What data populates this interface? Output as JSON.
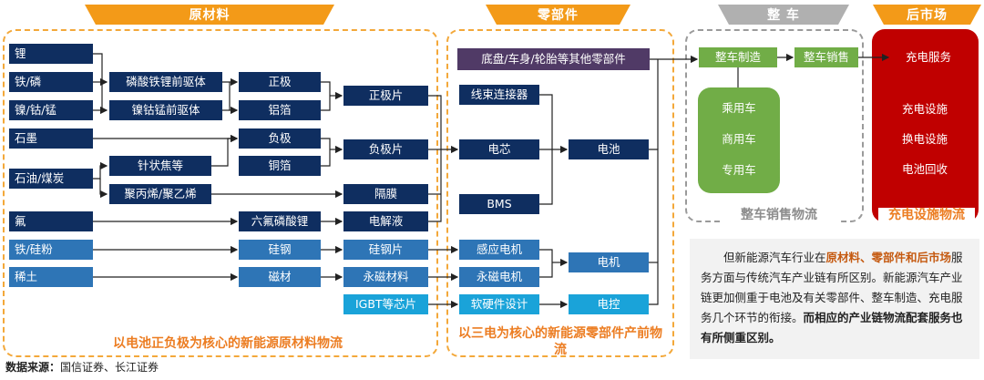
{
  "headers": {
    "raw_materials": "原材料",
    "components": "零部件",
    "vehicle": "整 车",
    "aftermarket": "后市场"
  },
  "raw": {
    "li": "锂",
    "fe_p": "铁/磷",
    "ni_co_mn": "镍/钴/锰",
    "graphite": "石墨",
    "oil_coal": "石油/煤炭",
    "fluorine": "氟",
    "fe_si": "铁/硅粉",
    "rare_earth": "稀土",
    "lfp_precursor": "磷酸铁锂前驱体",
    "ncm_precursor": "镍钴锰前驱体",
    "needle_coke": "针状焦等",
    "pp_pe": "聚丙烯/聚乙烯",
    "cathode": "正极",
    "al_foil": "铝箔",
    "anode": "负极",
    "cu_foil": "铜箔",
    "lipf6": "六氟磷酸锂",
    "si_steel": "硅钢",
    "magnet": "磁材",
    "cathode_sheet": "正极片",
    "anode_sheet": "负极片",
    "separator": "隔膜",
    "electrolyte": "电解液",
    "si_steel_sheet": "硅钢片",
    "pm_material": "永磁材料",
    "igbt": "IGBT等芯片",
    "footer": "以电池正负极为核心的新能源原材料物流"
  },
  "components": {
    "other_parts": "底盘/车身/轮胎等其他零部件",
    "harness": "线束连接器",
    "cell": "电芯",
    "bms": "BMS",
    "battery": "电池",
    "induction_motor": "感应电机",
    "pm_motor": "永磁电机",
    "motor": "电机",
    "hw_sw": "软硬件设计",
    "controller": "电控",
    "footer": "以三电为核心的新能源零部件产前物流"
  },
  "vehicle": {
    "manufacturing": "整车制造",
    "sales": "整车销售",
    "passenger": "乘用车",
    "commercial": "商用车",
    "special": "专用车",
    "footer": "整车销售物流"
  },
  "aftermarket": {
    "charging_service": "充电服务",
    "charging_facility": "充电设施",
    "swap_facility": "换电设施",
    "battery_recycle": "电池回收",
    "footer": "充电设施物流"
  },
  "note": {
    "p1": "但新能源汽车行业在",
    "h1": "原材料、零部件和后市场",
    "p2": "服务方面与传统汽车产业链有所区别。新能源汽车产业链更加侧重于电池及有关零部件、整车制造、充电服务几个环节的衔接。",
    "b1": "而相应的产业链物流配套服务也有所侧重区别。"
  },
  "source": {
    "label": "数据来源：",
    "text": "国信证券、长江证券"
  },
  "colors": {
    "navy": "#0f2e60",
    "blue": "#2e75b6",
    "cyan": "#1aa3d9",
    "purple": "#503a66",
    "green": "#71ad47",
    "red": "#c00000",
    "orange": "#f39a18"
  }
}
